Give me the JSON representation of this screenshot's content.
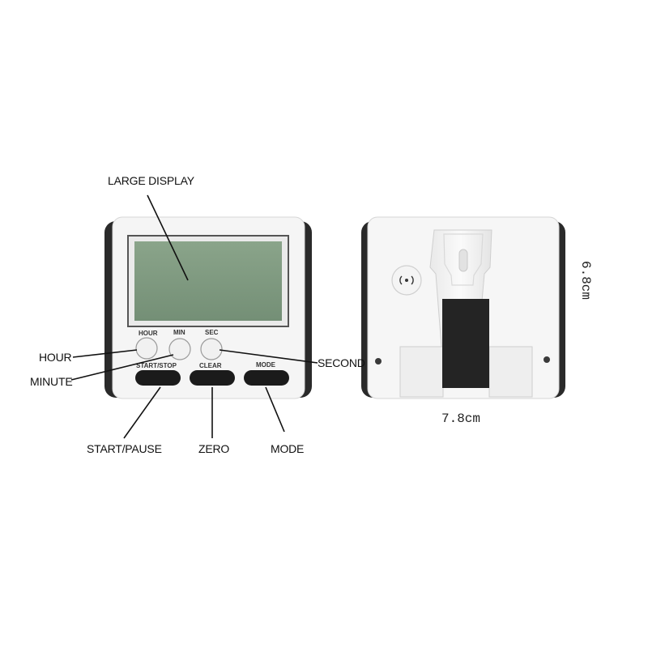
{
  "callouts": {
    "large_display": "LARGE DISPLAY",
    "hour": "HOUR",
    "minute": "MINUTE",
    "second": "SECOND",
    "start_pause": "START/PAUSE",
    "zero": "ZERO",
    "mode": "MODE"
  },
  "device_buttons": {
    "hour": "HOUR",
    "min": "MIN",
    "sec": "SEC",
    "start_stop": "START/STOP",
    "clear": "CLEAR",
    "mode": "MODE"
  },
  "dimensions": {
    "width": "7.8cm",
    "height": "6.8cm"
  },
  "colors": {
    "lcd": "#7f9a7f",
    "body": "#f4f4f4",
    "button_dark": "#1b1b1b",
    "side_dark": "#2a2a2a"
  }
}
